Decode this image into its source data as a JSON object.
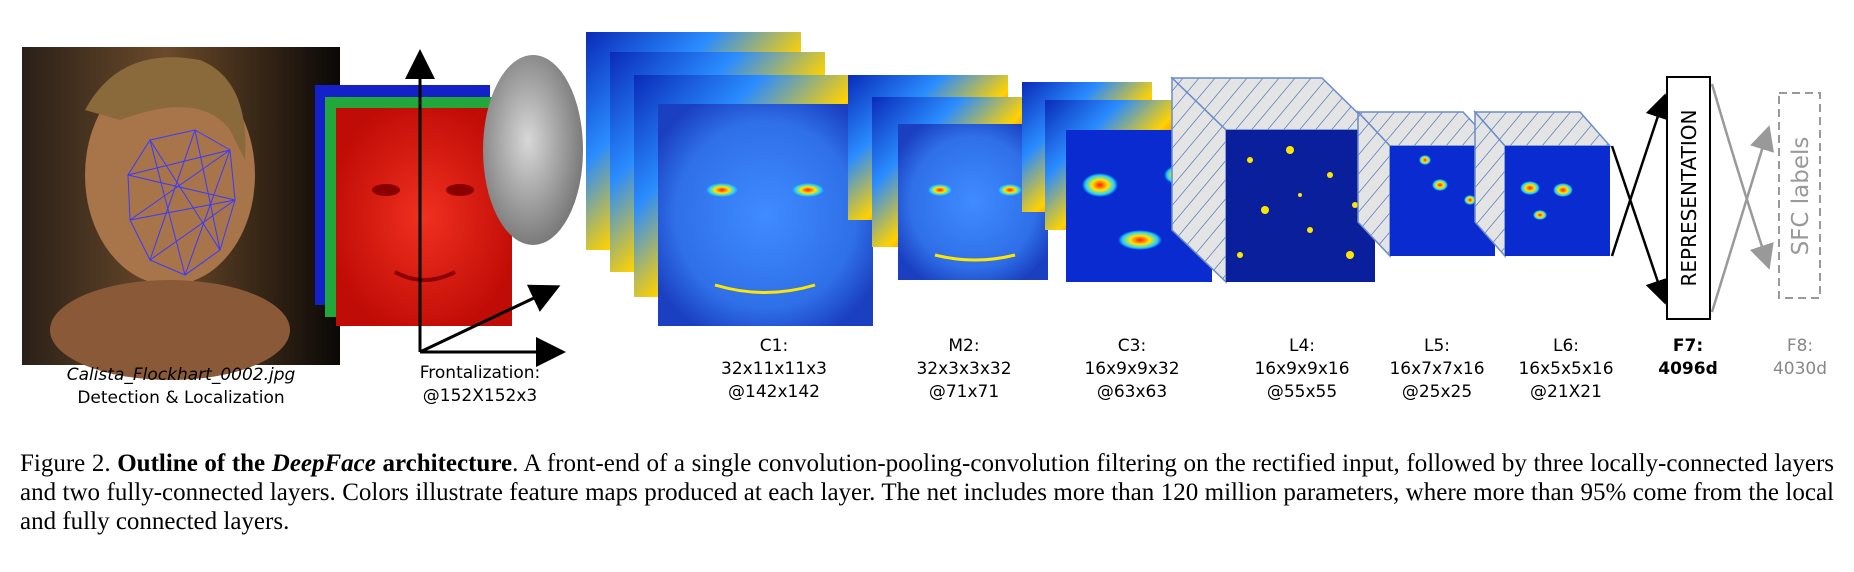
{
  "photo": {
    "filename": "Calista_Flockhart_0002.jpg",
    "caption": "Detection & Localization"
  },
  "frontalization": {
    "line1": "Frontalization:",
    "line2": "@152X152x3"
  },
  "layers": [
    {
      "id": "c1",
      "name": "C1:",
      "dims": "32x11x11x3",
      "size": "@142x142"
    },
    {
      "id": "m2",
      "name": "M2:",
      "dims": "32x3x3x32",
      "size": "@71x71"
    },
    {
      "id": "c3",
      "name": "C3:",
      "dims": "16x9x9x32",
      "size": "@63x63"
    },
    {
      "id": "l4",
      "name": "L4:",
      "dims": "16x9x9x16",
      "size": "@55x55"
    },
    {
      "id": "l5",
      "name": "L5:",
      "dims": "16x7x7x16",
      "size": "@25x25"
    },
    {
      "id": "l6",
      "name": "L6:",
      "dims": "16x5x5x16",
      "size": "@21X21"
    }
  ],
  "f7": {
    "box_label": "REPRESENTATION",
    "name": "F7:",
    "dims": "4096d"
  },
  "f8": {
    "box_label": "SFC labels",
    "name": "F8:",
    "dims": "4030d"
  },
  "caption": {
    "prefix": "Figure 2. ",
    "bold_1": "Outline of the ",
    "bold_italic": "DeepFace",
    "bold_2": " architecture",
    "text": ". A front-end of a single convolution-pooling-convolution filtering on the rectified input, followed by three locally-connected layers and two fully-connected layers. Colors illustrate feature maps produced at each layer. The net includes more than 120 million parameters, where more than 95% come from the local and fully connected layers."
  },
  "colors": {
    "map_blue": "#1a4fd8",
    "map_red": "#ff1a00",
    "map_yellow": "#ffe600",
    "map_cyan": "#20d0ff",
    "front_red": "#e0140a",
    "front_green": "#22a83a",
    "front_blue": "#1420c8",
    "grey_box": "#999999"
  }
}
